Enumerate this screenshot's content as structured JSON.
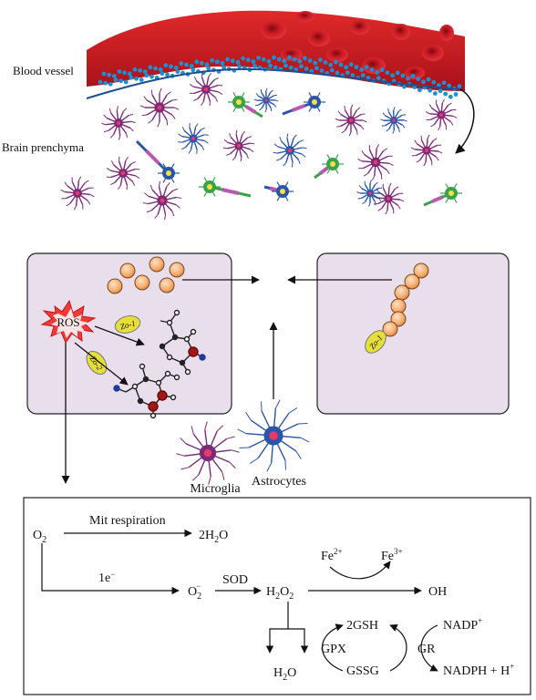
{
  "labels": {
    "blood_vessel": "Blood vessel",
    "brain_parenchyma": "Brain prenchyma",
    "ros": "ROS",
    "zo1_top": "Zo-1",
    "zo2": "Zo-2",
    "zo1_chain": "Zo-1",
    "microglia": "Microglia",
    "astrocytes": "Astrocytes"
  },
  "reactions": {
    "o2": "O",
    "o2_sub": "2",
    "mit_respiration": "Mit respiration",
    "h2o_product": "2H",
    "h2o_product_sub": "2",
    "h2o_product_tail": "O",
    "one_e": "1e",
    "one_e_sup": "−",
    "superoxide": "O",
    "superoxide_sub": "2",
    "superoxide_sup": "−",
    "sod": "SOD",
    "h2o2": "H",
    "h2o2_sub1": "2",
    "h2o2_mid": "O",
    "h2o2_sub2": "2",
    "fe2": "Fe",
    "fe2_sup": "2+",
    "fe3": "Fe",
    "fe3_sup": "3+",
    "oh": "OH",
    "gsh": "2GSH",
    "gssg": "GSSG",
    "gpx": "GPX",
    "gr": "GR",
    "nadp": "NADP",
    "nadp_sup": "+",
    "nadph": "NADPH + H",
    "nadph_sup": "+",
    "water": "H",
    "water_sub": "2",
    "water_tail": "O"
  },
  "colors": {
    "vessel_red": "#c4161c",
    "rbc": "#d3202a",
    "plasma_dots": "#1f8fd0",
    "panel_fill": "#e9dfec",
    "bead": "#f7b47a",
    "zo_badge": "#e6df3a",
    "ros_burst": "#f03a3a",
    "microglia": "#7b2a78",
    "astrocyte": "#2b55a8",
    "neuron_green": "#3aa34a"
  }
}
